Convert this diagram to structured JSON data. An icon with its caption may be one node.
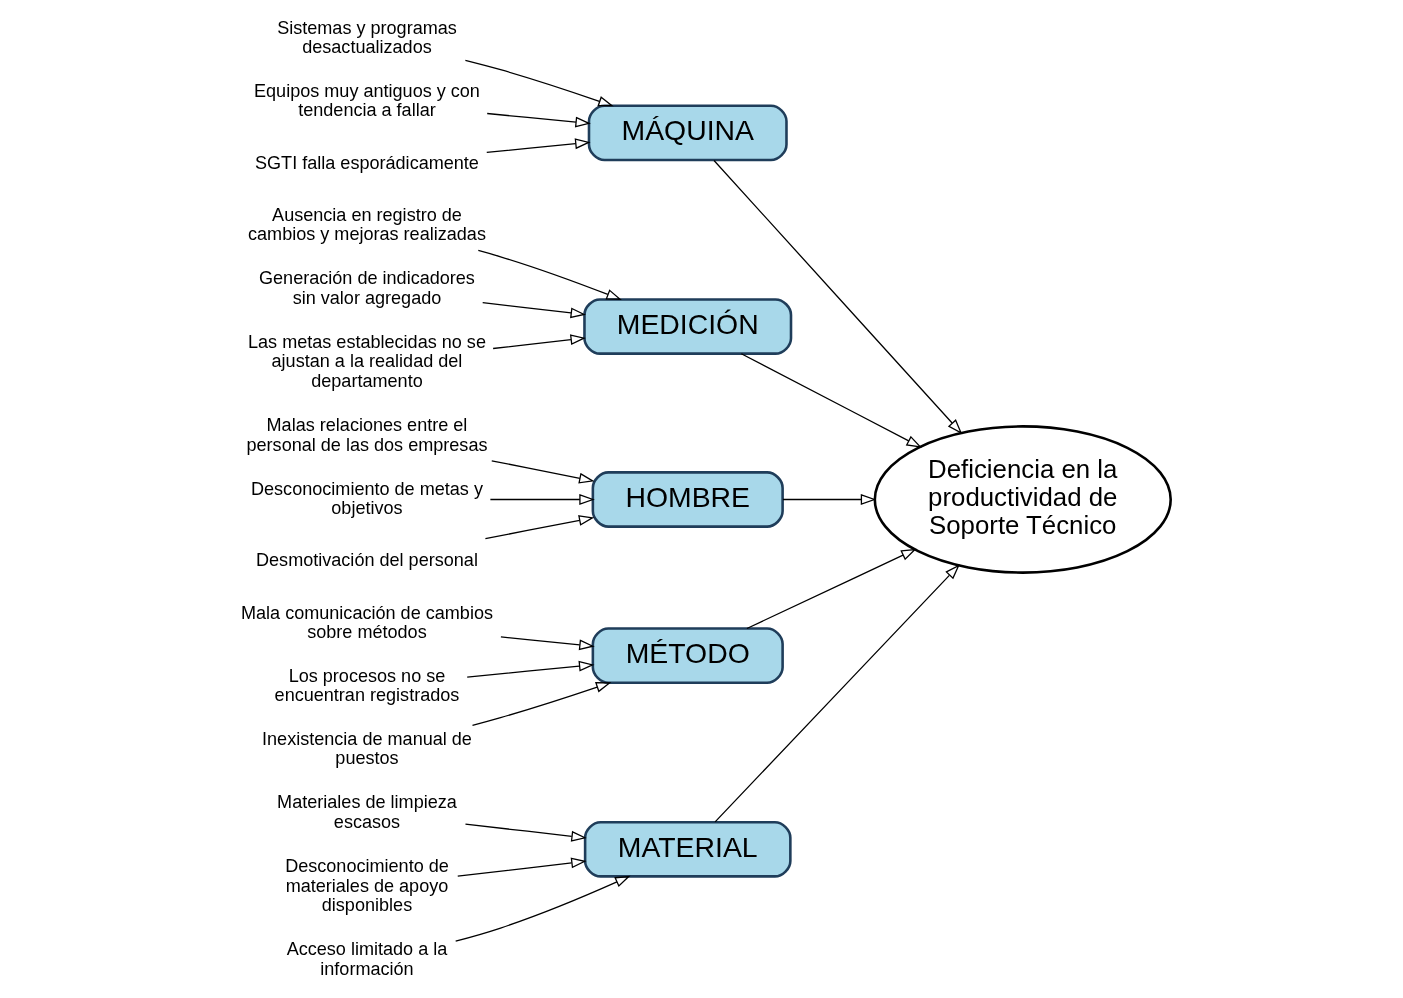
{
  "diagram": {
    "nodes": [
      {
        "text": [
          "MATERIAL"
        ]
      },
      {
        "text": [
          "MÁQUINA"
        ]
      },
      {
        "text": [
          "MEDICIÓN"
        ]
      },
      {
        "text": [
          "HOMBRE"
        ]
      },
      {
        "text": [
          "MÉTODO"
        ]
      },
      {
        "text": [
          "Deficiencia en la productividad de Soporte Técnico"
        ]
      },
      {
        "text": [
          "Materiales de limpieza escasos"
        ]
      },
      {
        "text": [
          "Desconocimiento de materiales de apoyo disponibles"
        ]
      },
      {
        "text": [
          "Acceso limitado a la información"
        ]
      },
      {
        "text": [
          "Sistemas y programas desactualizados"
        ]
      },
      {
        "text": [
          "Equipos muy antiguos y con tendencia a fallar"
        ]
      },
      {
        "text": [
          "SGTI falla esporádicamente"
        ]
      },
      {
        "text": [
          "Ausencia en registro de cambios y mejoras realizadas"
        ]
      },
      {
        "text": [
          "Generación de indicadores sin valor agregado"
        ]
      },
      {
        "text": [
          "Las metas establecidas no se ajustan a la realidad del departamento"
        ]
      },
      {
        "text": [
          "Malas relaciones entre el personal de las dos empresas"
        ]
      },
      {
        "text": [
          "Desconocimiento de metas y objetivos"
        ]
      },
      {
        "text": [
          "Desmotivación del personal"
        ]
      },
      {
        "text": [
          "Mala comunicación de cambios sobre métodos"
        ]
      },
      {
        "text": [
          "Los procesos no se encuentran registrados"
        ]
      },
      {
        "text": [
          "Inexistencia de manual de puestos"
        ]
      }
    ],
    "edges": [
      {
        "from": 0,
        "to": 5,
        "arrow": "to"
      },
      {
        "from": 1,
        "to": 5,
        "arrow": "to"
      },
      {
        "from": 2,
        "to": 5,
        "arrow": "to"
      },
      {
        "from": 3,
        "to": 5,
        "arrow": "to"
      },
      {
        "from": 4,
        "to": 5,
        "arrow": "to"
      },
      {
        "from": 6,
        "to": 0,
        "arrow": "to"
      },
      {
        "from": 7,
        "to": 0,
        "arrow": "to"
      },
      {
        "from": 8,
        "to": 0,
        "arrow": "to"
      },
      {
        "from": 9,
        "to": 1,
        "arrow": "to"
      },
      {
        "from": 10,
        "to": 1,
        "arrow": "to"
      },
      {
        "from": 11,
        "to": 1,
        "arrow": "to"
      },
      {
        "from": 12,
        "to": 2,
        "arrow": "to"
      },
      {
        "from": 13,
        "to": 2,
        "arrow": "to"
      },
      {
        "from": 14,
        "to": 2,
        "arrow": "to"
      },
      {
        "from": 15,
        "to": 3,
        "arrow": "to"
      },
      {
        "from": 16,
        "to": 3,
        "arrow": "to"
      },
      {
        "from": 17,
        "to": 3,
        "arrow": "to"
      },
      {
        "from": 18,
        "to": 4,
        "arrow": "to"
      },
      {
        "from": 19,
        "to": 4,
        "arrow": "to"
      },
      {
        "from": 20,
        "to": 4,
        "arrow": "to"
      }
    ]
  }
}
